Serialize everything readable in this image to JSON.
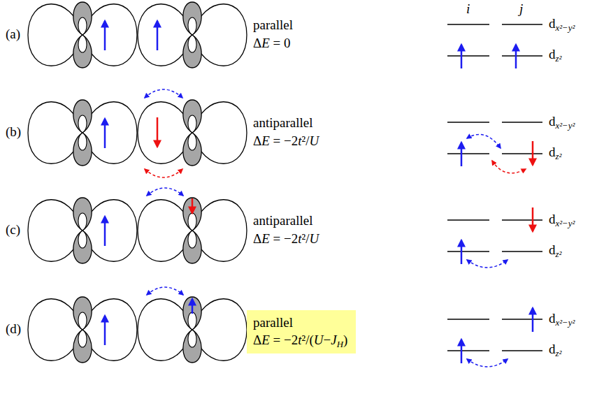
{
  "diagram": {
    "nodes": [
      {
        "text": [
          "parallel",
          "ΔE = −2t²/(U−JH)"
        ]
      }
    ],
    "labels": [
      "(a)",
      "parallel",
      "ΔE = 0",
      "i",
      "j",
      "dx²−y²",
      "dz²",
      "(b)",
      "antiparallel",
      "ΔE = −2t²/U",
      "dx²−y²",
      "dz²",
      "(c)",
      "antiparallel",
      "ΔE = −2t²/U",
      "dx²−y²",
      "dz²",
      "(d)",
      "dx²−y²",
      "dz²"
    ]
  }
}
